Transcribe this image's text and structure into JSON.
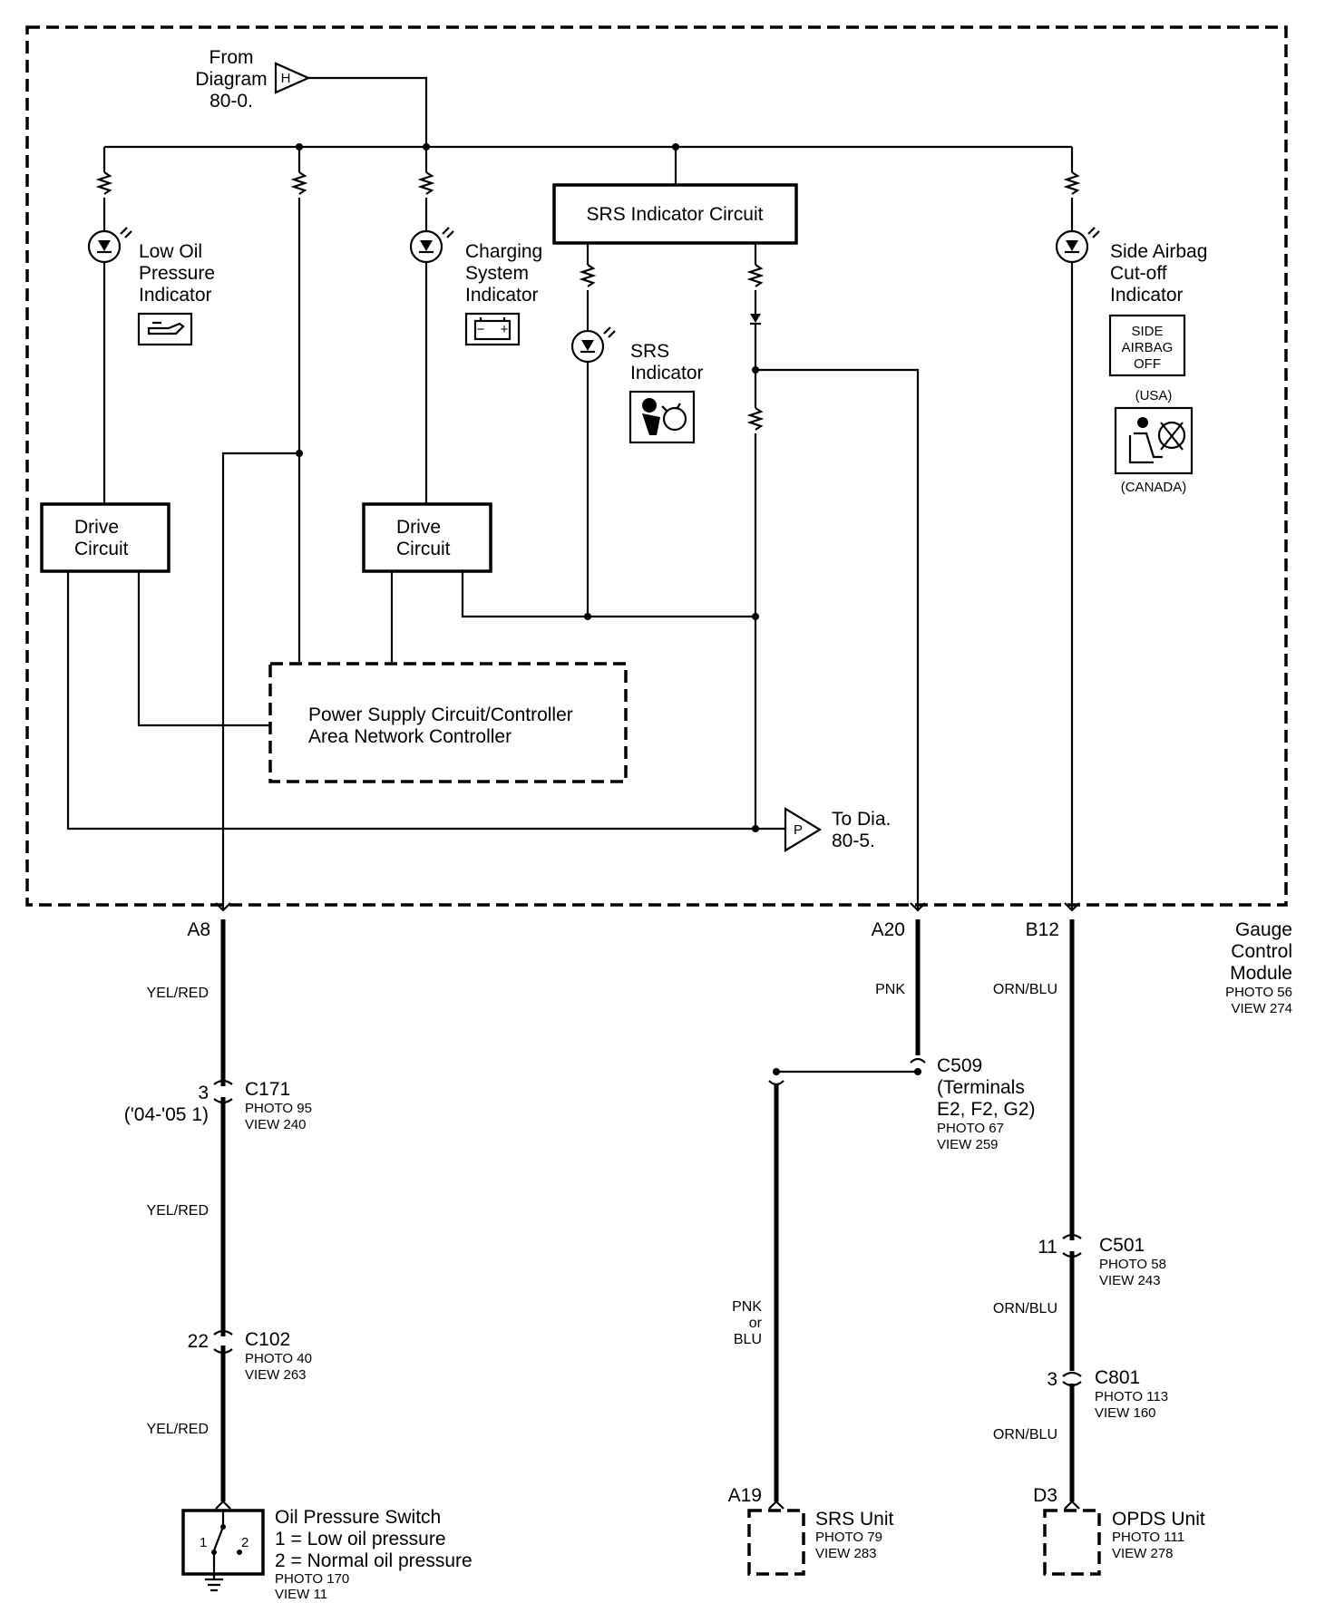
{
  "module": {
    "from_label": [
      "From",
      "Diagram",
      "80-0."
    ],
    "from_tag": "H",
    "to_label": [
      "To Dia.",
      "80-5."
    ],
    "to_tag": "P",
    "name": [
      "Gauge",
      "Control",
      "Module"
    ],
    "photo": "PHOTO 56",
    "view": "VIEW 274"
  },
  "indicators": {
    "low_oil": [
      "Low Oil",
      "Pressure",
      "Indicator"
    ],
    "charging": [
      "Charging",
      "System",
      "Indicator"
    ],
    "srs": [
      "SRS",
      "Indicator"
    ],
    "side_airbag": [
      "Side Airbag",
      "Cut-off",
      "Indicator"
    ],
    "side_airbag_badge": [
      "SIDE",
      "AIRBAG",
      "OFF"
    ],
    "usa": "(USA)",
    "canada": "(CANADA)"
  },
  "blocks": {
    "srs_circuit": "SRS Indicator Circuit",
    "drive_circuit": [
      "Drive",
      "Circuit"
    ],
    "power_supply": [
      "Power Supply Circuit/Controller",
      "Area Network Controller"
    ]
  },
  "terminals": {
    "a8": "A8",
    "a20": "A20",
    "b12": "B12",
    "a19": "A19",
    "d3": "D3"
  },
  "wires": {
    "yel_red": "YEL/RED",
    "pnk": "PNK",
    "orn_blu": "ORN/BLU",
    "pnk_or_blu": [
      "PNK",
      "or",
      "BLU"
    ]
  },
  "connectors": {
    "c171": {
      "pin": "3",
      "pin_alt": "('04-'05 1)",
      "name": "C171",
      "photo": "PHOTO 95",
      "view": "VIEW 240"
    },
    "c102": {
      "pin": "22",
      "name": "C102",
      "photo": "PHOTO 40",
      "view": "VIEW 263"
    },
    "c509": {
      "name": "C509",
      "desc": [
        "(Terminals",
        "E2, F2, G2)"
      ],
      "photo": "PHOTO 67",
      "view": "VIEW 259"
    },
    "c501": {
      "pin": "11",
      "name": "C501",
      "photo": "PHOTO 58",
      "view": "VIEW 243"
    },
    "c801": {
      "pin": "3",
      "name": "C801",
      "photo": "PHOTO 113",
      "view": "VIEW 160"
    }
  },
  "components": {
    "oil_switch": {
      "name": "Oil Pressure Switch",
      "state1": "1 = Low oil pressure",
      "state2": "2 = Normal oil pressure",
      "photo": "PHOTO 170",
      "view": "VIEW 11",
      "pin1": "1",
      "pin2": "2"
    },
    "srs_unit": {
      "name": "SRS Unit",
      "photo": "PHOTO 79",
      "view": "VIEW 283"
    },
    "opds_unit": {
      "name": "OPDS Unit",
      "photo": "PHOTO 111",
      "view": "VIEW 278"
    }
  }
}
